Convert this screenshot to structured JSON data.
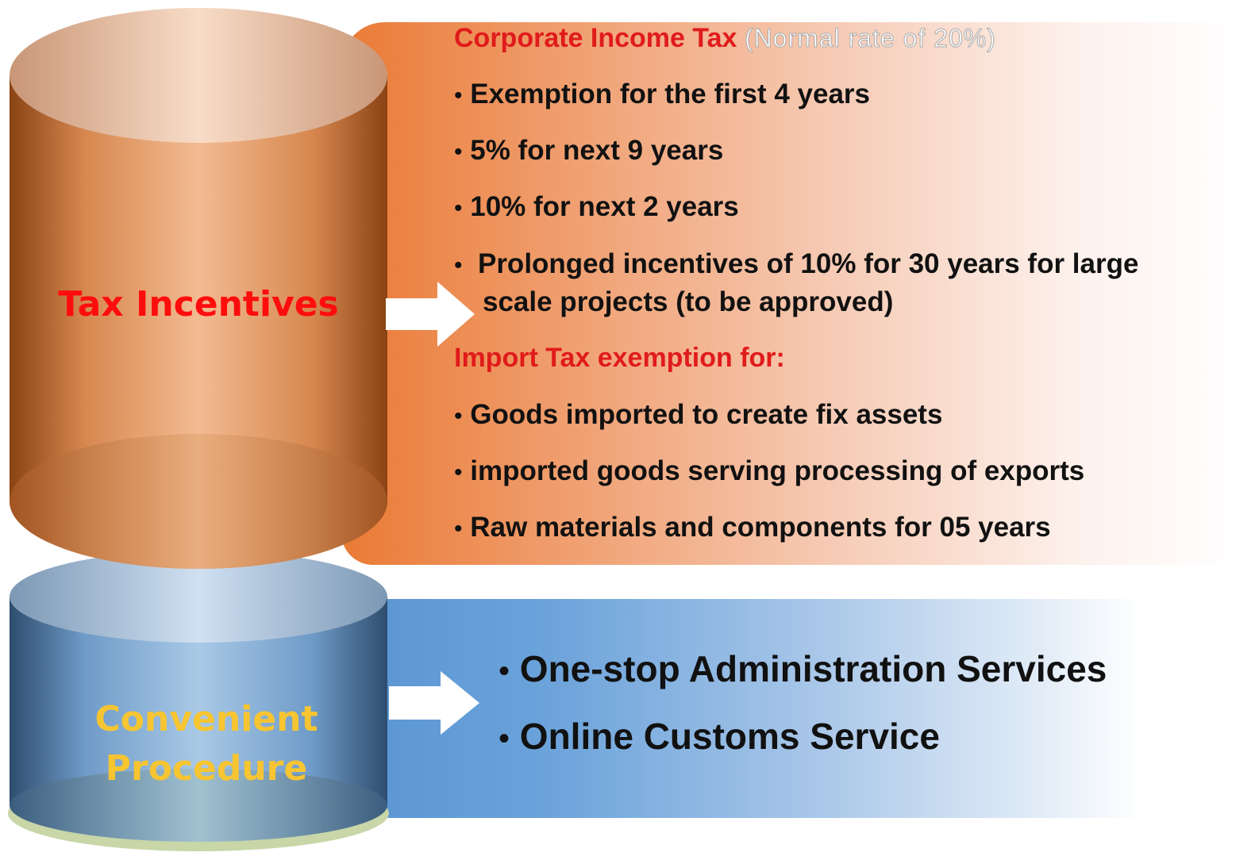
{
  "tax_incentives": {
    "label": "Tax Incentives",
    "cit_heading": "Corporate Income Tax",
    "cit_note": "(Normal rate of 20%)",
    "cit_items": [
      "Exemption for the first 4 years",
      "5% for next 9 years",
      "10% for next 2 years",
      "Prolonged incentives of 10% for 30 years for large",
      "scale projects (to be approved)"
    ],
    "import_heading": "Import Tax exemption for:",
    "import_items": [
      "Goods imported to create fix assets",
      "imported goods serving processing of exports",
      "Raw materials and components for 05 years"
    ]
  },
  "convenient_procedure": {
    "label_line1": "Convenient",
    "label_line2": "Procedure",
    "items": [
      "One-stop Administration Services",
      "Online Customs Service"
    ]
  },
  "bullet": "•",
  "colors": {
    "tax_cylinder": "#e0894c",
    "proc_cylinder": "#5f92c2",
    "heading_red": "#e01b1b",
    "label_red": "#ff0d0d",
    "label_yellow": "#f7c531"
  }
}
